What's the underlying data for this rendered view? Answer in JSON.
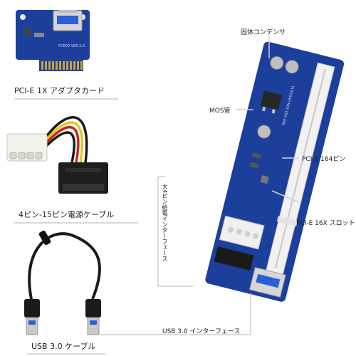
{
  "captions": {
    "adapter_card": "PCI-E 1X アダプタカード",
    "power_cable": "4ピン-15ピン電源ケーブル",
    "usb_cable": "USB 3.0 ケーブル"
  },
  "callouts": {
    "capacitor": "固体コンデンサ",
    "mos": "MOS管",
    "pcie_164pin": "PCI-E 164ピン",
    "pcie_16x_slot": "PCI-E 16X スロット",
    "power_interface": "大4ピン給電インターフェース",
    "usb_interface": "USB 3.0 インターフェース"
  },
  "board_silkscreen": {
    "adapter": "PCE00 VER.1.0",
    "riser": "PCE164P-N03 VER 006"
  },
  "colors": {
    "pcb_blue": "#1c3f9c",
    "slot_white": "#f2f2f2",
    "gold": "#c9a13a",
    "cable_black": "#1a1a1a",
    "wire_yellow": "#e6c81f",
    "wire_red": "#c8281e"
  }
}
